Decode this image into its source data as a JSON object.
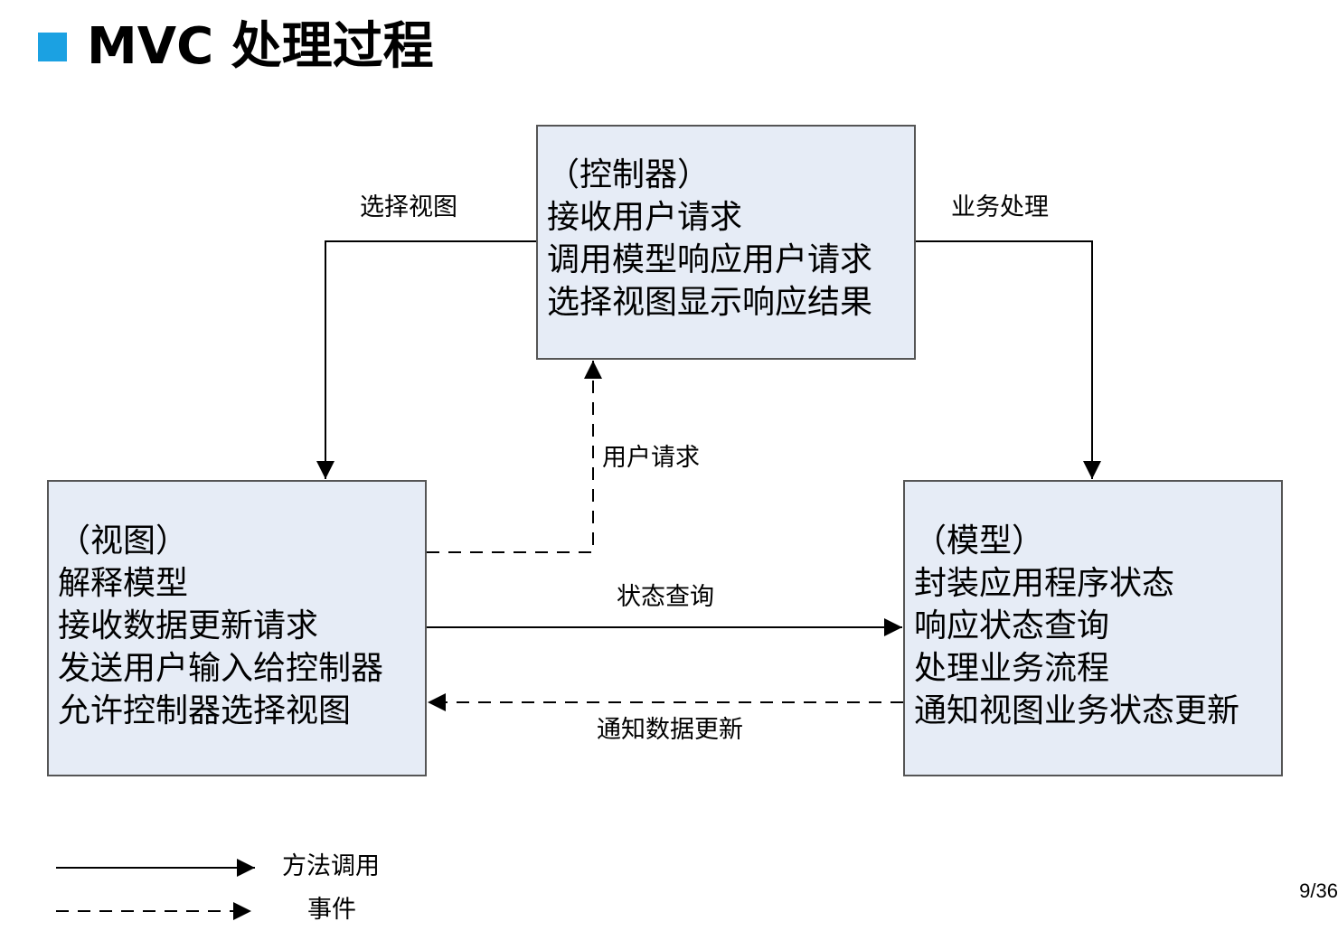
{
  "title": "MVC 处理过程",
  "colors": {
    "accent": "#1ba1e2",
    "box_fill": "#e6ecf6",
    "box_border": "#555555",
    "line": "#000000"
  },
  "controller": {
    "heading": "（控制器）",
    "lines": [
      "接收用户请求",
      "调用模型响应用户请求",
      "选择视图显示响应结果"
    ]
  },
  "view": {
    "heading": "（视图）",
    "lines": [
      "解释模型",
      "接收数据更新请求",
      "发送用户输入给控制器",
      "允许控制器选择视图"
    ]
  },
  "model": {
    "heading": "（模型）",
    "lines": [
      "封装应用程序状态",
      "响应状态查询",
      "处理业务流程",
      "通知视图业务状态更新"
    ]
  },
  "edges": {
    "select_view": "选择视图",
    "business_processing": "业务处理",
    "user_request": "用户请求",
    "state_query": "状态查询",
    "notify_data_update": "通知数据更新"
  },
  "legend": {
    "method_call": "方法调用",
    "event": "事件"
  },
  "page_number": "9/36"
}
